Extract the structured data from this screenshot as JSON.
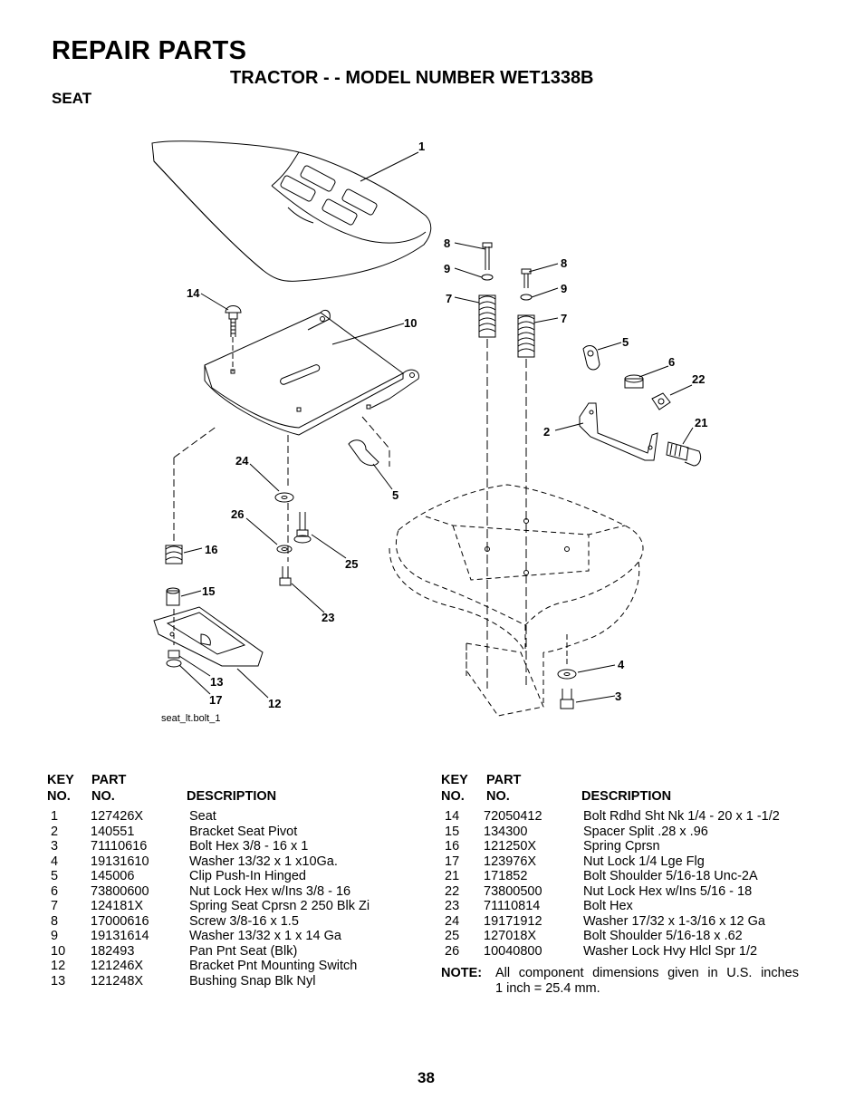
{
  "header": {
    "title": "REPAIR PARTS",
    "subtitle": "TRACTOR - - MODEL NUMBER WET1338B",
    "section": "SEAT"
  },
  "diagram": {
    "caption": "seat_lt.bolt_1",
    "callouts": [
      "1",
      "14",
      "10",
      "8",
      "9",
      "7",
      "8",
      "9",
      "7",
      "5",
      "6",
      "22",
      "2",
      "21",
      "24",
      "5",
      "26",
      "16",
      "25",
      "15",
      "23",
      "4",
      "3",
      "13",
      "17",
      "12"
    ]
  },
  "table_left": {
    "headers": {
      "key1": "KEY",
      "key2": "NO.",
      "part1": "PART",
      "part2": "NO.",
      "desc": "DESCRIPTION"
    },
    "rows": [
      {
        "key": "1",
        "part": "127426X",
        "desc": "Seat"
      },
      {
        "key": "2",
        "part": "140551",
        "desc": "Bracket Seat Pivot"
      },
      {
        "key": "3",
        "part": "71110616",
        "desc": "Bolt Hex 3/8 - 16 x 1"
      },
      {
        "key": "4",
        "part": "19131610",
        "desc": "Washer 13/32 x 1 x10Ga."
      },
      {
        "key": "5",
        "part": "145006",
        "desc": "Clip Push-In Hinged"
      },
      {
        "key": "6",
        "part": "73800600",
        "desc": "Nut Lock Hex w/Ins 3/8 - 16"
      },
      {
        "key": "7",
        "part": "124181X",
        "desc": "Spring Seat Cprsn 2 250 Blk Zi"
      },
      {
        "key": "8",
        "part": "17000616",
        "desc": "Screw 3/8-16 x 1.5"
      },
      {
        "key": "9",
        "part": "19131614",
        "desc": "Washer 13/32 x 1 x 14 Ga"
      },
      {
        "key": "10",
        "part": "182493",
        "desc": "Pan Pnt Seat (Blk)"
      },
      {
        "key": "12",
        "part": "121246X",
        "desc": "Bracket Pnt Mounting Switch"
      },
      {
        "key": "13",
        "part": "121248X",
        "desc": "Bushing Snap Blk Nyl"
      }
    ]
  },
  "table_right": {
    "headers": {
      "key1": "KEY",
      "key2": "NO.",
      "part1": "PART",
      "part2": "NO.",
      "desc": "DESCRIPTION"
    },
    "rows": [
      {
        "key": "14",
        "part": "72050412",
        "desc": "Bolt Rdhd Sht Nk 1/4 - 20 x 1 -1/2"
      },
      {
        "key": "15",
        "part": "134300",
        "desc": "Spacer Split .28 x .96"
      },
      {
        "key": "16",
        "part": "121250X",
        "desc": "Spring Cprsn"
      },
      {
        "key": "17",
        "part": "123976X",
        "desc": "Nut Lock 1/4 Lge Flg"
      },
      {
        "key": "21",
        "part": "171852",
        "desc": "Bolt Shoulder 5/16-18 Unc-2A"
      },
      {
        "key": "22",
        "part": "73800500",
        "desc": "Nut Lock Hex w/Ins 5/16 - 18"
      },
      {
        "key": "23",
        "part": "71110814",
        "desc": "Bolt Hex"
      },
      {
        "key": "24",
        "part": "19171912",
        "desc": "Washer 17/32 x 1-3/16 x 12 Ga"
      },
      {
        "key": "25",
        "part": "127018X",
        "desc": "Bolt Shoulder 5/16-18 x .62"
      },
      {
        "key": "26",
        "part": "10040800",
        "desc": "Washer Lock Hvy Hlcl Spr 1/2"
      }
    ]
  },
  "note": {
    "label": "NOTE:",
    "line1": "All component dimensions given in U.S. inches",
    "line2": "1 inch = 25.4 mm."
  },
  "page_number": "38"
}
